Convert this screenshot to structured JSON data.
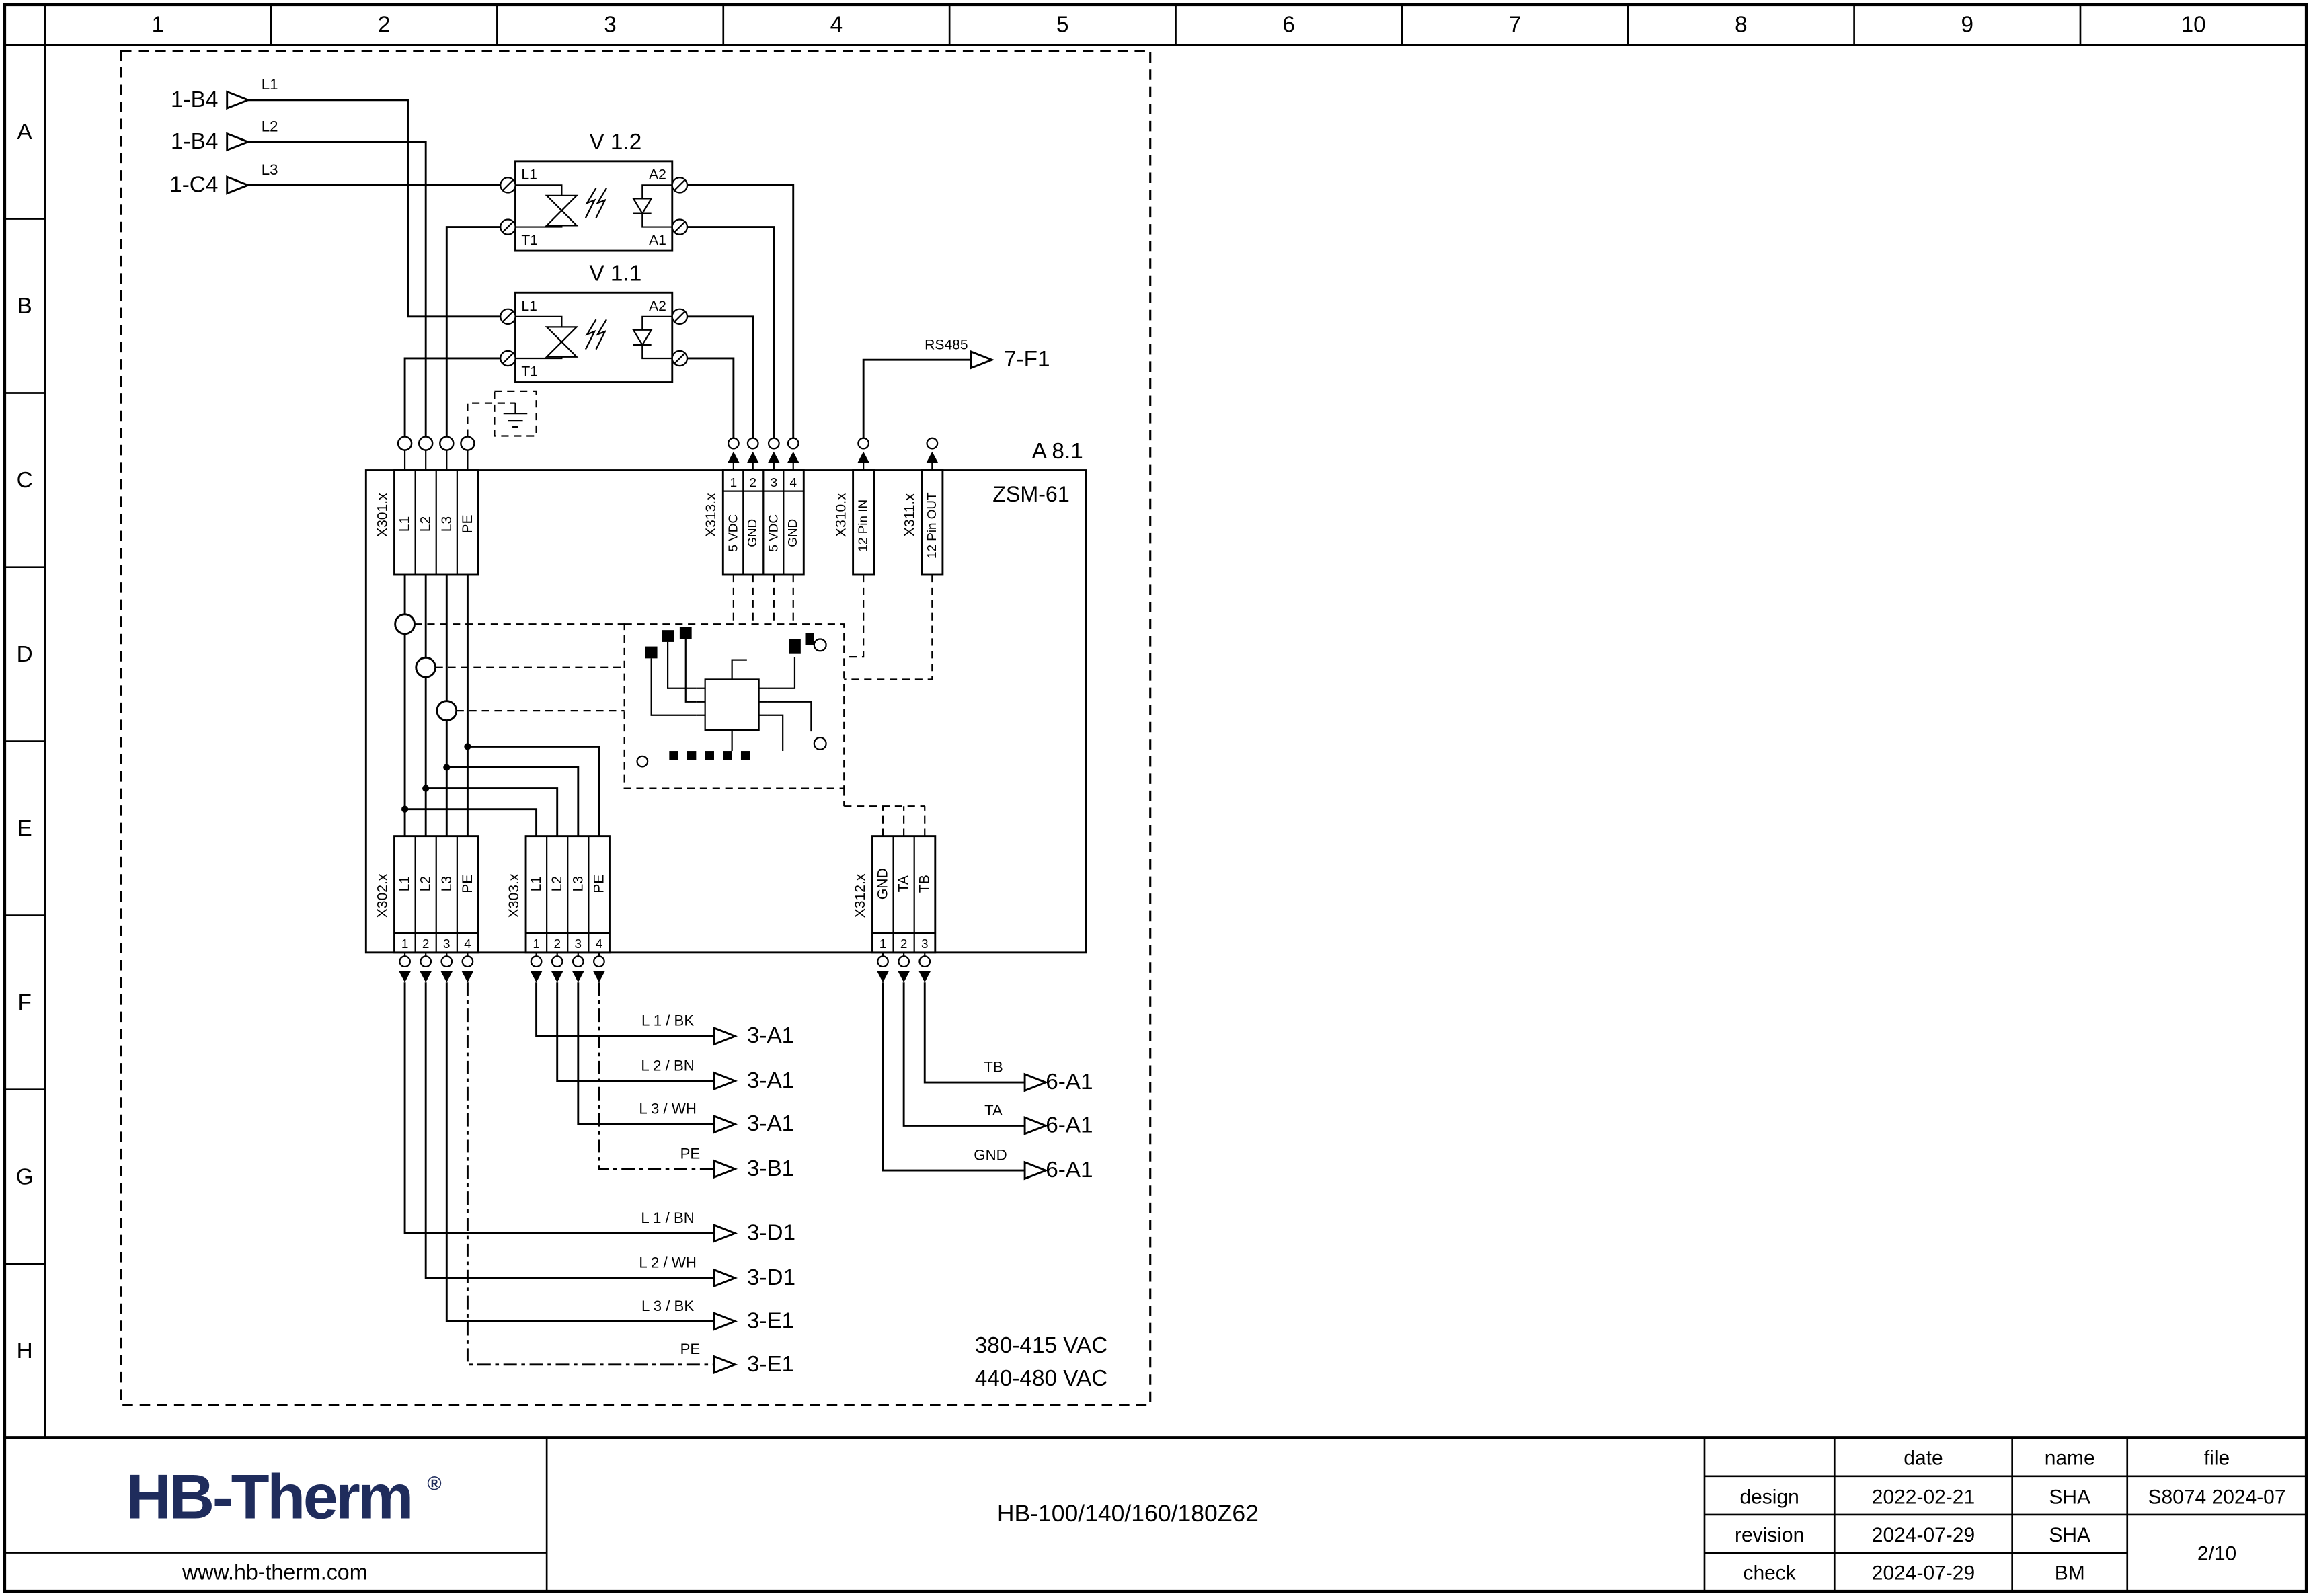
{
  "colors": {
    "line": "#000000",
    "logo_navy": "#1f2c5c",
    "paper": "#ffffff"
  },
  "frame": {
    "columns": [
      "1",
      "2",
      "3",
      "4",
      "5",
      "6",
      "7",
      "8",
      "9",
      "10"
    ],
    "rows": [
      "A",
      "B",
      "C",
      "D",
      "E",
      "F",
      "G",
      "H"
    ]
  },
  "schematic": {
    "inputs": [
      {
        "ref": "1-B4",
        "line_label": "L1"
      },
      {
        "ref": "1-B4",
        "line_label": "L2"
      },
      {
        "ref": "1-C4",
        "line_label": "L3"
      }
    ],
    "ssr": [
      {
        "label": "V 1.2",
        "terminals": {
          "l1": "L1",
          "a2": "A2",
          "t1": "T1",
          "a1": "A1"
        }
      },
      {
        "label": "V 1.1",
        "terminals": {
          "l1": "L1",
          "a2": "A2",
          "t1": "T1",
          "a1": "A1"
        }
      }
    ],
    "rs485_label": "RS485",
    "rs485_ref": "7-F1",
    "module_ref": "A 8.1",
    "module_name": "ZSM-61",
    "connectors": {
      "x301": {
        "label": "X301.x",
        "terminals": [
          "L1",
          "L2",
          "L3",
          "PE"
        ]
      },
      "x313": {
        "label": "X313.x",
        "pins": [
          "1",
          "2",
          "3",
          "4"
        ],
        "signals": [
          "5 VDC",
          "GND",
          "5 VDC",
          "GND"
        ]
      },
      "x310": {
        "label": "X310.x",
        "signal": "12 Pin IN"
      },
      "x311": {
        "label": "X311.x",
        "signal": "12 Pin OUT"
      },
      "x302": {
        "label": "X302.x",
        "pins": [
          "1",
          "2",
          "3",
          "4"
        ],
        "signals": [
          "L1",
          "L2",
          "L3",
          "PE"
        ]
      },
      "x303": {
        "label": "X303.x",
        "pins": [
          "1",
          "2",
          "3",
          "4"
        ],
        "signals": [
          "L1",
          "L2",
          "L3",
          "PE"
        ]
      },
      "x312": {
        "label": "X312.x",
        "pins": [
          "1",
          "2",
          "3"
        ],
        "signals": [
          "GND",
          "TA",
          "TB"
        ]
      }
    },
    "outputs_bottom": [
      {
        "wire": "L 1 / BK",
        "ref": "3-A1"
      },
      {
        "wire": "L 2 / BN",
        "ref": "3-A1"
      },
      {
        "wire": "L 3 / WH",
        "ref": "3-A1"
      },
      {
        "wire": "PE",
        "ref": "3-B1"
      },
      {
        "wire": "L 1 / BN",
        "ref": "3-D1"
      },
      {
        "wire": "L 2 / WH",
        "ref": "3-D1"
      },
      {
        "wire": "L 3 / BK",
        "ref": "3-E1"
      },
      {
        "wire": "PE",
        "ref": "3-E1"
      }
    ],
    "outputs_right": [
      {
        "wire": "TB",
        "ref": "6-A1"
      },
      {
        "wire": "TA",
        "ref": "6-A1"
      },
      {
        "wire": "GND",
        "ref": "6-A1"
      }
    ],
    "voltage_lines": [
      "380-415 VAC",
      "440-480 VAC"
    ]
  },
  "titleblock": {
    "logo_text": "HB-Therm",
    "logo_reg": "®",
    "website": "www.hb-therm.com",
    "doc_title": "HB-100/140/160/180Z62",
    "col_headers": {
      "date": "date",
      "name": "name",
      "file": "file"
    },
    "rows": [
      {
        "label": "design",
        "date": "2022-02-21",
        "name": "SHA"
      },
      {
        "label": "revision",
        "date": "2024-07-29",
        "name": "SHA"
      },
      {
        "label": "check",
        "date": "2024-07-29",
        "name": "BM"
      }
    ],
    "file_ref": "S8074 2024-07",
    "page": "2/10"
  }
}
